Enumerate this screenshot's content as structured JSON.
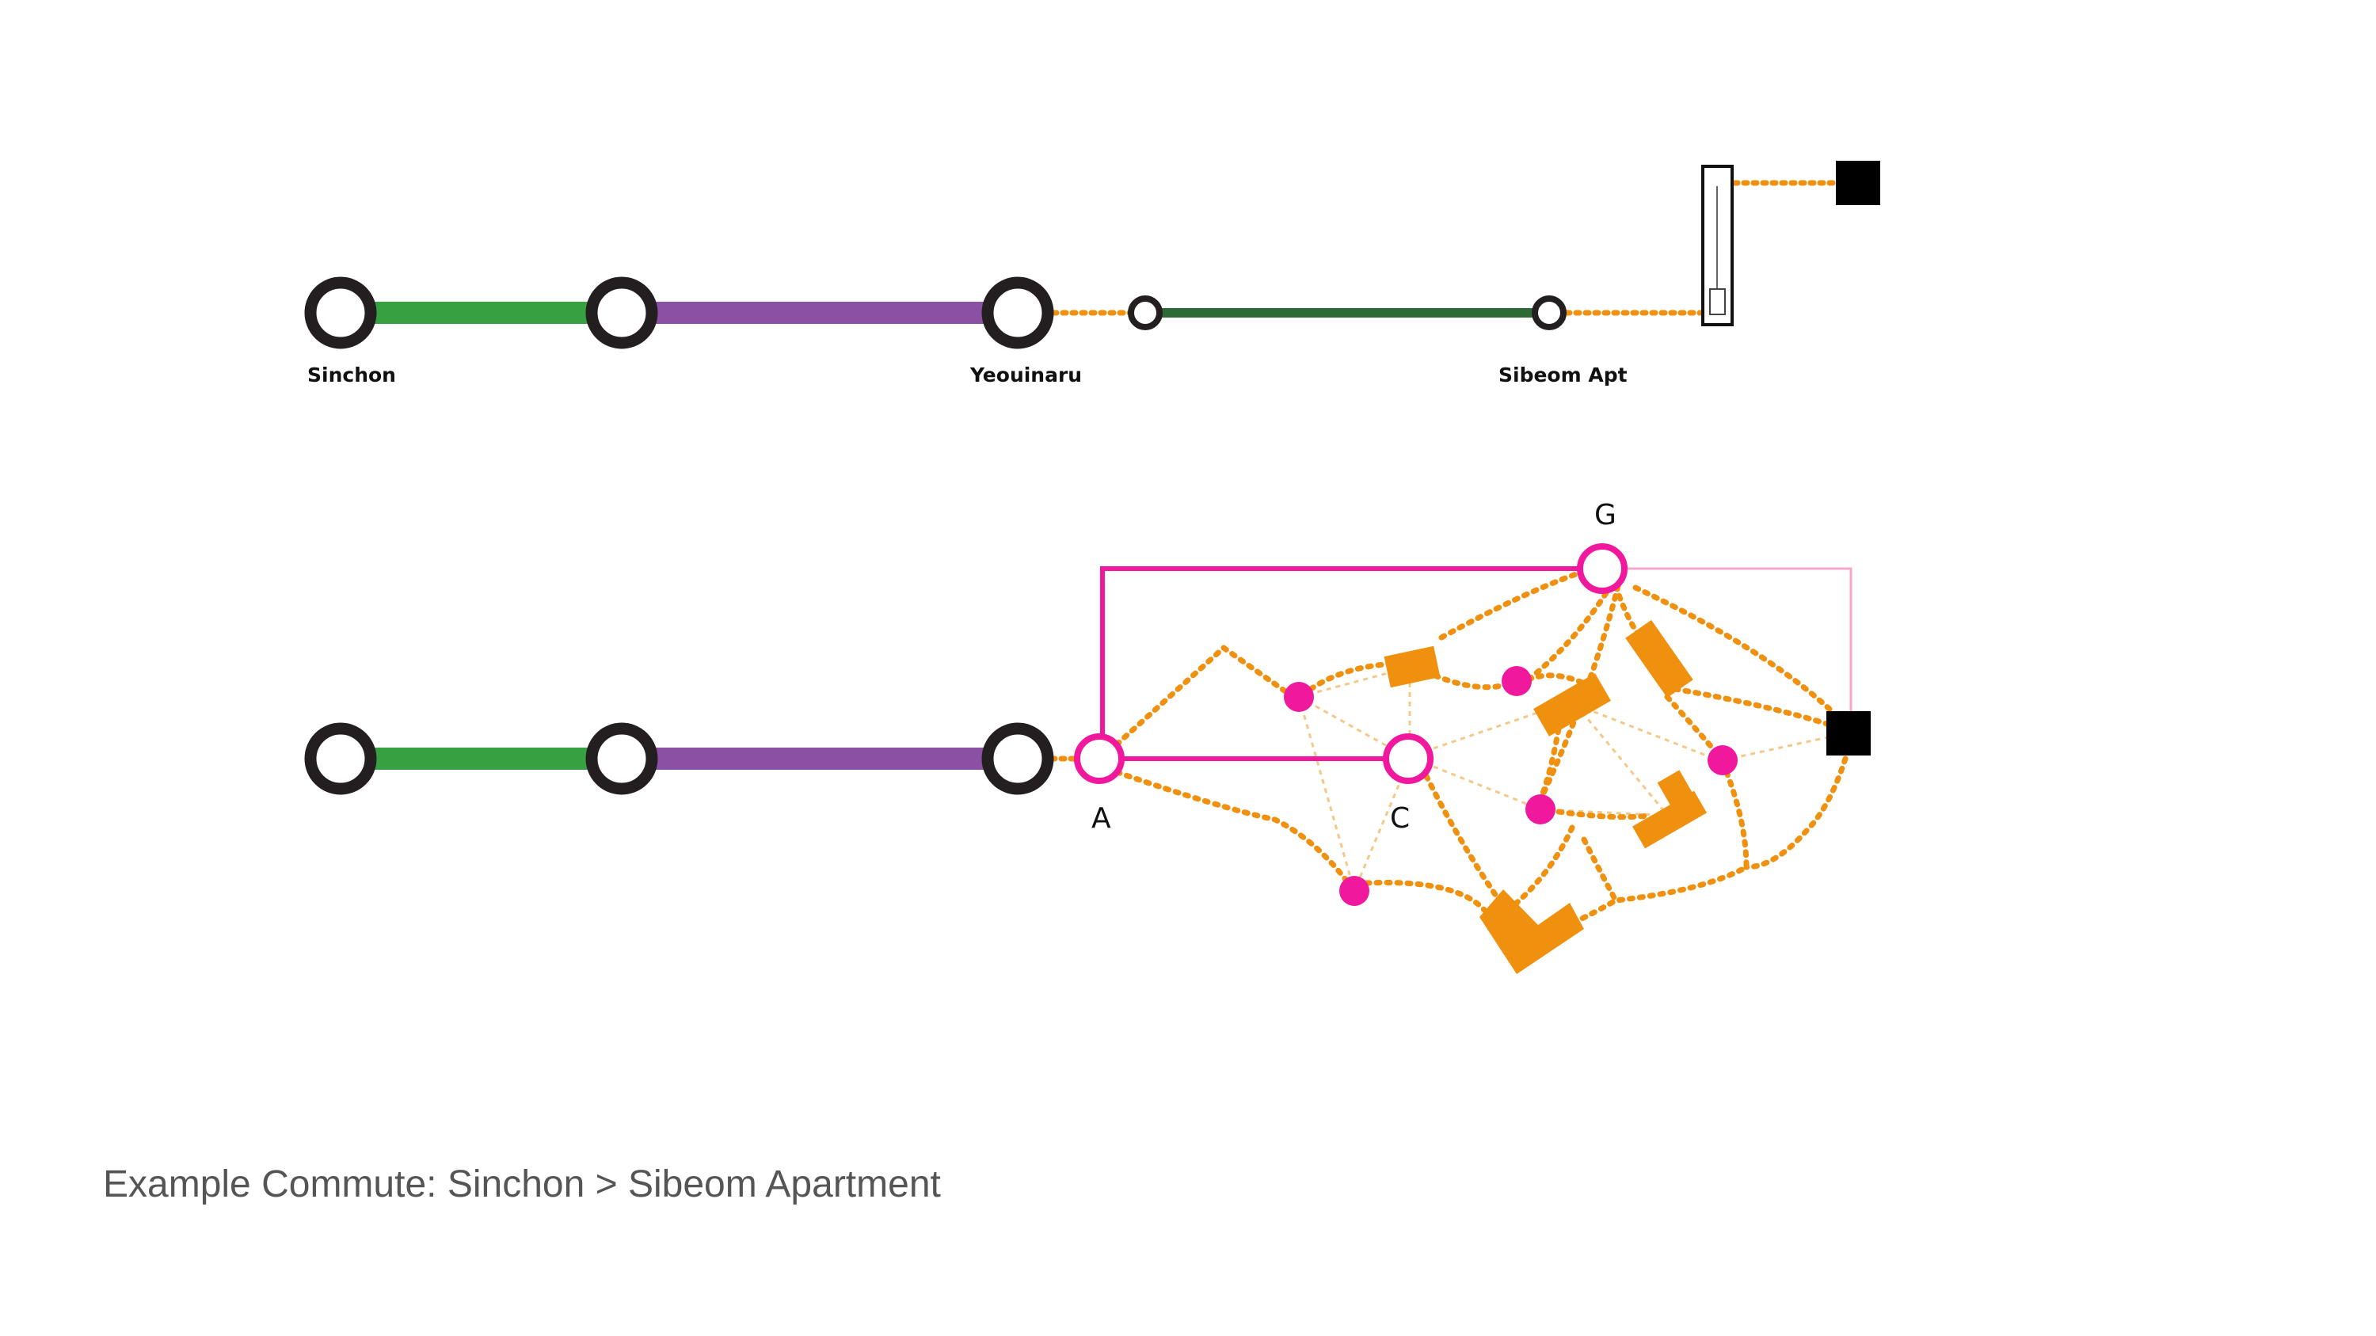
{
  "colors": {
    "line_green": "#37a040",
    "line_purple": "#8a50a4",
    "line_dark_green": "#2d6a35",
    "walk_orange": "#f0900f",
    "pink": "#f0189c",
    "pink_light": "#f4a8cc",
    "station_ring": "#231f20",
    "destination": "#000000",
    "caption": "#555555"
  },
  "route_top": {
    "stations": [
      {
        "label": "Sinchon"
      },
      {
        "label": ""
      },
      {
        "label": "Yeouinaru"
      },
      {
        "label": ""
      },
      {
        "label": "Sibeom Apt"
      }
    ],
    "icons": [
      "elevator-icon",
      "destination-square-icon"
    ]
  },
  "route_bottom": {
    "nodes": [
      {
        "id": "A",
        "label": "A"
      },
      {
        "id": "C",
        "label": "C"
      },
      {
        "id": "G",
        "label": "G"
      }
    ],
    "icons": [
      "orange-building-icon",
      "pink-point-icon",
      "destination-square-icon"
    ]
  },
  "caption": "Example Commute: Sinchon > Sibeom Apartment"
}
